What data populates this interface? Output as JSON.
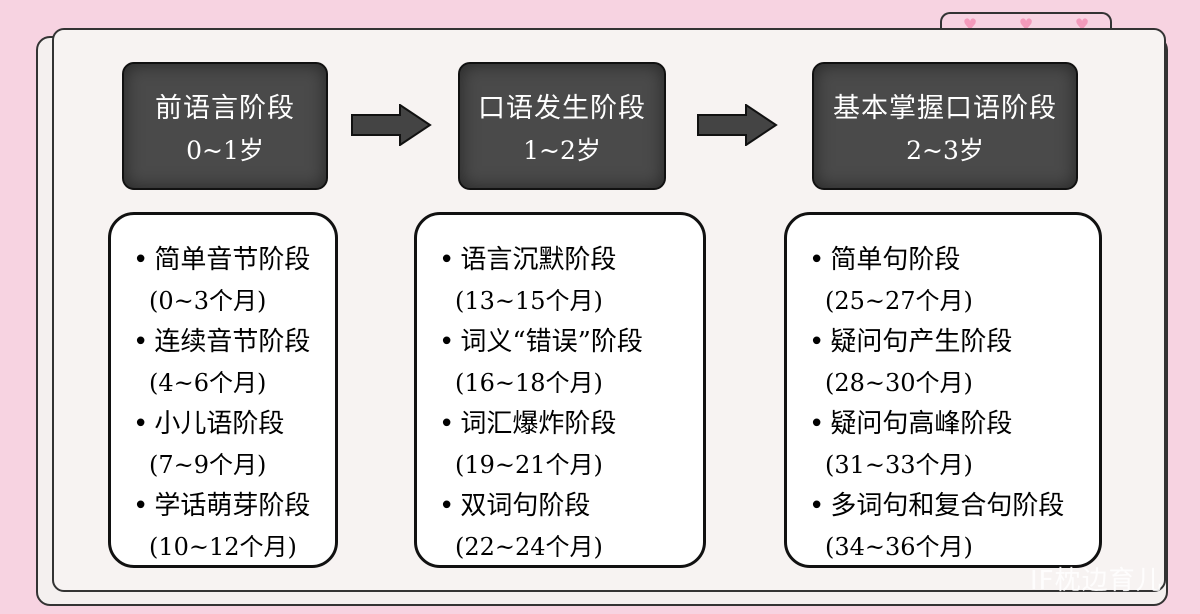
{
  "stages": [
    {
      "name": "前语言阶段",
      "age": "0~1岁"
    },
    {
      "name": "口语发生阶段",
      "age": "1~2岁"
    },
    {
      "name": "基本掌握口语阶段",
      "age": "2~3岁"
    }
  ],
  "columns": [
    [
      {
        "label": "简单音节阶段",
        "range": "(0~3个月)"
      },
      {
        "label": "连续音节阶段",
        "range": "(4~6个月)"
      },
      {
        "label": "小儿语阶段",
        "range": "(7~9个月)"
      },
      {
        "label": "学话萌芽阶段",
        "range": "(10~12个月)"
      }
    ],
    [
      {
        "label": "语言沉默阶段",
        "range": "(13~15个月)"
      },
      {
        "label": "词义“错误”阶段",
        "range": "(16~18个月)"
      },
      {
        "label": "词汇爆炸阶段",
        "range": "(19~21个月)"
      },
      {
        "label": "双词句阶段",
        "range": "(22~24个月)"
      }
    ],
    [
      {
        "label": "简单句阶段",
        "range": "(25~27个月)"
      },
      {
        "label": "疑问句产生阶段",
        "range": "(28~30个月)"
      },
      {
        "label": "疑问句高峰阶段",
        "range": "(31~33个月)"
      },
      {
        "label": "多词句和复合句阶段",
        "range": "(34~36个月)"
      }
    ]
  ],
  "watermark": "IF枕边育儿",
  "colors": {
    "background": "#f7d3e1",
    "stage_fill": "#4a4a4a",
    "heart": "#f39bbb"
  }
}
